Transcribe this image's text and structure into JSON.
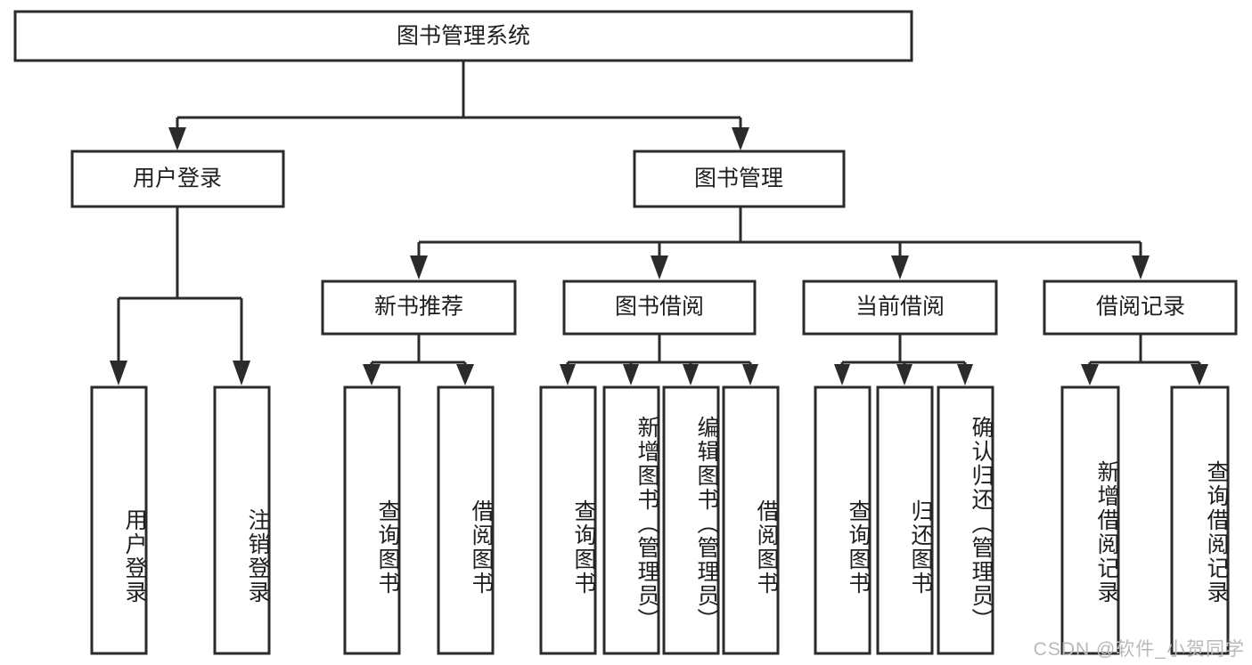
{
  "diagram": {
    "type": "tree-hierarchy",
    "title": "图书管理系统",
    "watermark": "CSDN @软件_小贺同学",
    "colors": {
      "stroke": "#2b2b2b",
      "node_fill": "#ffffff",
      "text": "#1f1f1f",
      "background": "#ffffff",
      "watermark": "#b9b9b9"
    },
    "root": {
      "label": "图书管理系统",
      "orientation": "horizontal"
    },
    "level2": [
      {
        "label": "用户登录",
        "orientation": "horizontal"
      },
      {
        "label": "图书管理",
        "orientation": "horizontal"
      }
    ],
    "level3": [
      {
        "label": "新书推荐",
        "orientation": "horizontal"
      },
      {
        "label": "图书借阅",
        "orientation": "horizontal"
      },
      {
        "label": "当前借阅",
        "orientation": "horizontal"
      },
      {
        "label": "借阅记录",
        "orientation": "horizontal"
      }
    ],
    "leaves": {
      "user_login": [
        {
          "label": "用户登录",
          "orientation": "vertical"
        },
        {
          "label": "注销登录",
          "orientation": "vertical"
        }
      ],
      "new_book_recommend": [
        {
          "label": "查询图书",
          "orientation": "vertical"
        },
        {
          "label": "借阅图书",
          "orientation": "vertical"
        }
      ],
      "book_borrow": [
        {
          "label": "查询图书",
          "orientation": "vertical"
        },
        {
          "label": "新增图书（管理员）",
          "orientation": "vertical"
        },
        {
          "label": "编辑图书（管理员）",
          "orientation": "vertical"
        },
        {
          "label": "借阅图书",
          "orientation": "vertical"
        }
      ],
      "current_borrow": [
        {
          "label": "查询图书",
          "orientation": "vertical"
        },
        {
          "label": "归还图书",
          "orientation": "vertical"
        },
        {
          "label": "确认归还（管理员）",
          "orientation": "vertical"
        }
      ],
      "borrow_record": [
        {
          "label": "新增借阅记录",
          "orientation": "vertical"
        },
        {
          "label": "查询借阅记录",
          "orientation": "vertical"
        }
      ]
    }
  }
}
